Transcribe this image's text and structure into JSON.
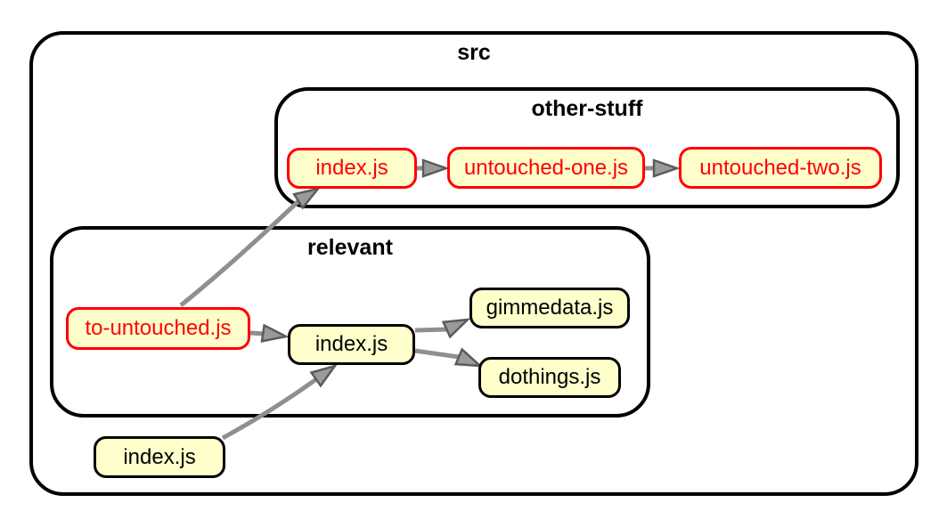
{
  "diagram": {
    "type": "dependency-graph",
    "clusters": {
      "src": {
        "label": "src"
      },
      "other_stuff": {
        "label": "other-stuff"
      },
      "relevant": {
        "label": "relevant"
      }
    },
    "nodes": {
      "other_stuff_index": {
        "label": "index.js",
        "folder": "src/other-stuff",
        "color": "#ff0000"
      },
      "untouched_one": {
        "label": "untouched-one.js",
        "folder": "src/other-stuff",
        "color": "#ff0000"
      },
      "untouched_two": {
        "label": "untouched-two.js",
        "folder": "src/other-stuff",
        "color": "#ff0000"
      },
      "to_untouched": {
        "label": "to-untouched.js",
        "folder": "src/relevant",
        "color": "#ff0000"
      },
      "relevant_index": {
        "label": "index.js",
        "folder": "src/relevant",
        "color": "#000000"
      },
      "gimmedata": {
        "label": "gimmedata.js",
        "folder": "src/relevant",
        "color": "#000000"
      },
      "dothings": {
        "label": "dothings.js",
        "folder": "src/relevant",
        "color": "#000000"
      },
      "src_index": {
        "label": "index.js",
        "folder": "src",
        "color": "#000000"
      }
    },
    "edges": [
      {
        "from": "src/other-stuff/index.js",
        "to": "src/other-stuff/untouched-one.js"
      },
      {
        "from": "src/other-stuff/untouched-one.js",
        "to": "src/other-stuff/untouched-two.js"
      },
      {
        "from": "src/relevant/to-untouched.js",
        "to": "src/other-stuff/index.js"
      },
      {
        "from": "src/relevant/to-untouched.js",
        "to": "src/relevant/index.js"
      },
      {
        "from": "src/relevant/index.js",
        "to": "src/relevant/gimmedata.js"
      },
      {
        "from": "src/relevant/index.js",
        "to": "src/relevant/dothings.js"
      },
      {
        "from": "src/index.js",
        "to": "src/relevant/index.js"
      }
    ],
    "colors": {
      "node_fill": "#ffffcc",
      "highlight": "#ff0000",
      "default_stroke": "#000000",
      "edge": "#8f8f8f",
      "background": "#ffffff"
    }
  }
}
